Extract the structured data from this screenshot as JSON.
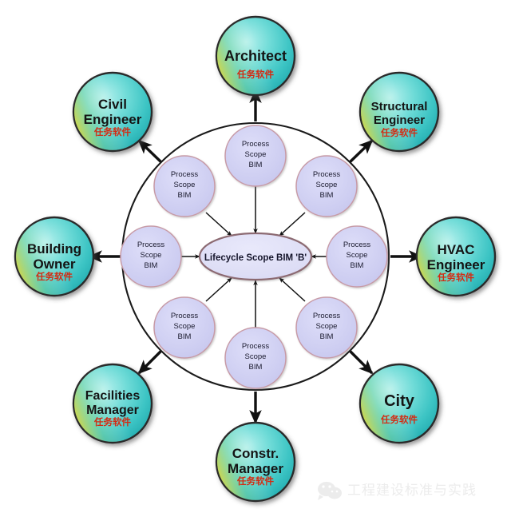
{
  "diagram": {
    "title": "Lifecycle Scope BIM 'B' stakeholder diagram",
    "core": {
      "label": "Lifecycle Scope BIM 'B'",
      "fill": "#dcdcf5",
      "stroke": "#8c6a72"
    },
    "process_node": {
      "line1": "Process",
      "line2": "Scope",
      "line3": "BIM",
      "fill": "#ccccf0",
      "stroke": "#c79aa6"
    },
    "process_nodes": [
      {
        "id": "proc-n",
        "line1": "Process",
        "line2": "Scope",
        "line3": "BIM"
      },
      {
        "id": "proc-ne",
        "line1": "Process",
        "line2": "Scope",
        "line3": "BIM"
      },
      {
        "id": "proc-e",
        "line1": "Process",
        "line2": "Scope",
        "line3": "BIM"
      },
      {
        "id": "proc-se",
        "line1": "Process",
        "line2": "Scope",
        "line3": "BIM"
      },
      {
        "id": "proc-s",
        "line1": "Process",
        "line2": "Scope",
        "line3": "BIM"
      },
      {
        "id": "proc-sw",
        "line1": "Process",
        "line2": "Scope",
        "line3": "BIM"
      },
      {
        "id": "proc-w",
        "line1": "Process",
        "line2": "Scope",
        "line3": "BIM"
      },
      {
        "id": "proc-nw",
        "line1": "Process",
        "line2": "Scope",
        "line3": "BIM"
      }
    ],
    "roles": [
      {
        "id": "architect",
        "lines": [
          "Architect"
        ],
        "cn": "任务软件",
        "font_size": 18
      },
      {
        "id": "structural-engineer",
        "lines": [
          "Structural",
          "Engineer"
        ],
        "cn": "任务软件",
        "font_size": 15
      },
      {
        "id": "hvac-engineer",
        "lines": [
          "HVAC",
          "Engineer"
        ],
        "cn": "任务软件",
        "font_size": 17
      },
      {
        "id": "city",
        "lines": [
          "City"
        ],
        "cn": "任务软件",
        "font_size": 20
      },
      {
        "id": "constr-manager",
        "lines": [
          "Constr.",
          "Manager"
        ],
        "cn": "任务软件",
        "font_size": 17
      },
      {
        "id": "facilities-manager",
        "lines": [
          "Facilities",
          "Manager"
        ],
        "cn": "任务软件",
        "font_size": 16
      },
      {
        "id": "building-owner",
        "lines": [
          "Building",
          "Owner"
        ],
        "cn": "任务软件",
        "font_size": 17
      },
      {
        "id": "civil-engineer",
        "lines": [
          "Civil",
          "Engineer"
        ],
        "cn": "任务软件",
        "font_size": 17
      }
    ],
    "role_circle": {
      "fill_light": "#a6ece8",
      "fill_mid": "#45c9c6",
      "fill_dark": "#27b4b6",
      "stroke": "#2b2b2b",
      "edge_accent": "#c6d14a"
    },
    "boundary_circle": {
      "stroke": "#1a1a1a",
      "fill": "#ffffff"
    },
    "arrows": {
      "color": "#111111",
      "outward_count": 8,
      "inward_count": 8
    },
    "watermark": {
      "text": "工程建设标准与实践",
      "icon": "wechat-icon",
      "color": "#ececec"
    }
  }
}
